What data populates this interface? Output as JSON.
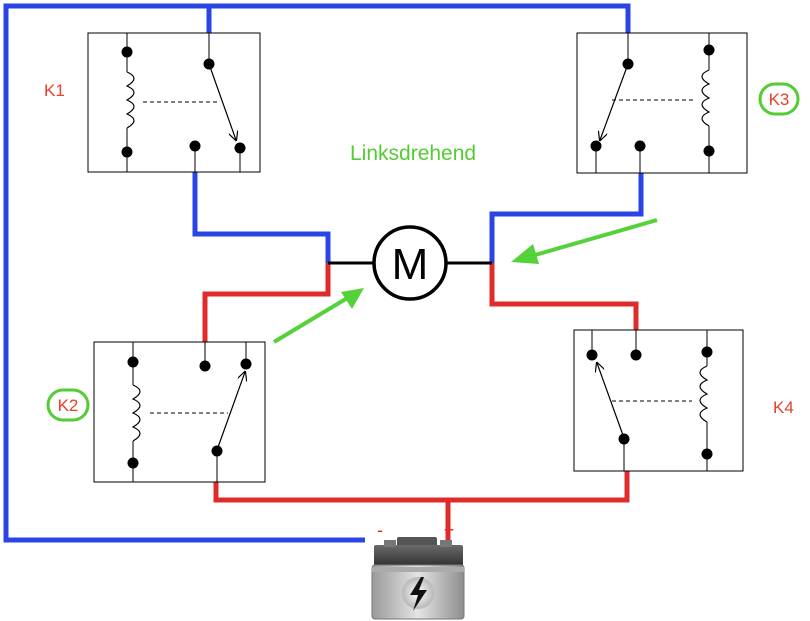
{
  "title": "Linksdrehend",
  "motor": {
    "label": "M"
  },
  "relays": [
    {
      "id": "K1",
      "label": "K1",
      "circled": false
    },
    {
      "id": "K2",
      "label": "K2",
      "circled": true
    },
    {
      "id": "K3",
      "label": "K3",
      "circled": true
    },
    {
      "id": "K4",
      "label": "K4",
      "circled": false
    }
  ],
  "battery": {
    "minus": "-",
    "plus": "+"
  },
  "colors": {
    "positive_wire": "#e02b2b",
    "negative_wire": "#2a44e6",
    "arrow": "#55d23a",
    "label_red": "#e8402a",
    "title_green": "#55cc33",
    "black": "#000000"
  }
}
